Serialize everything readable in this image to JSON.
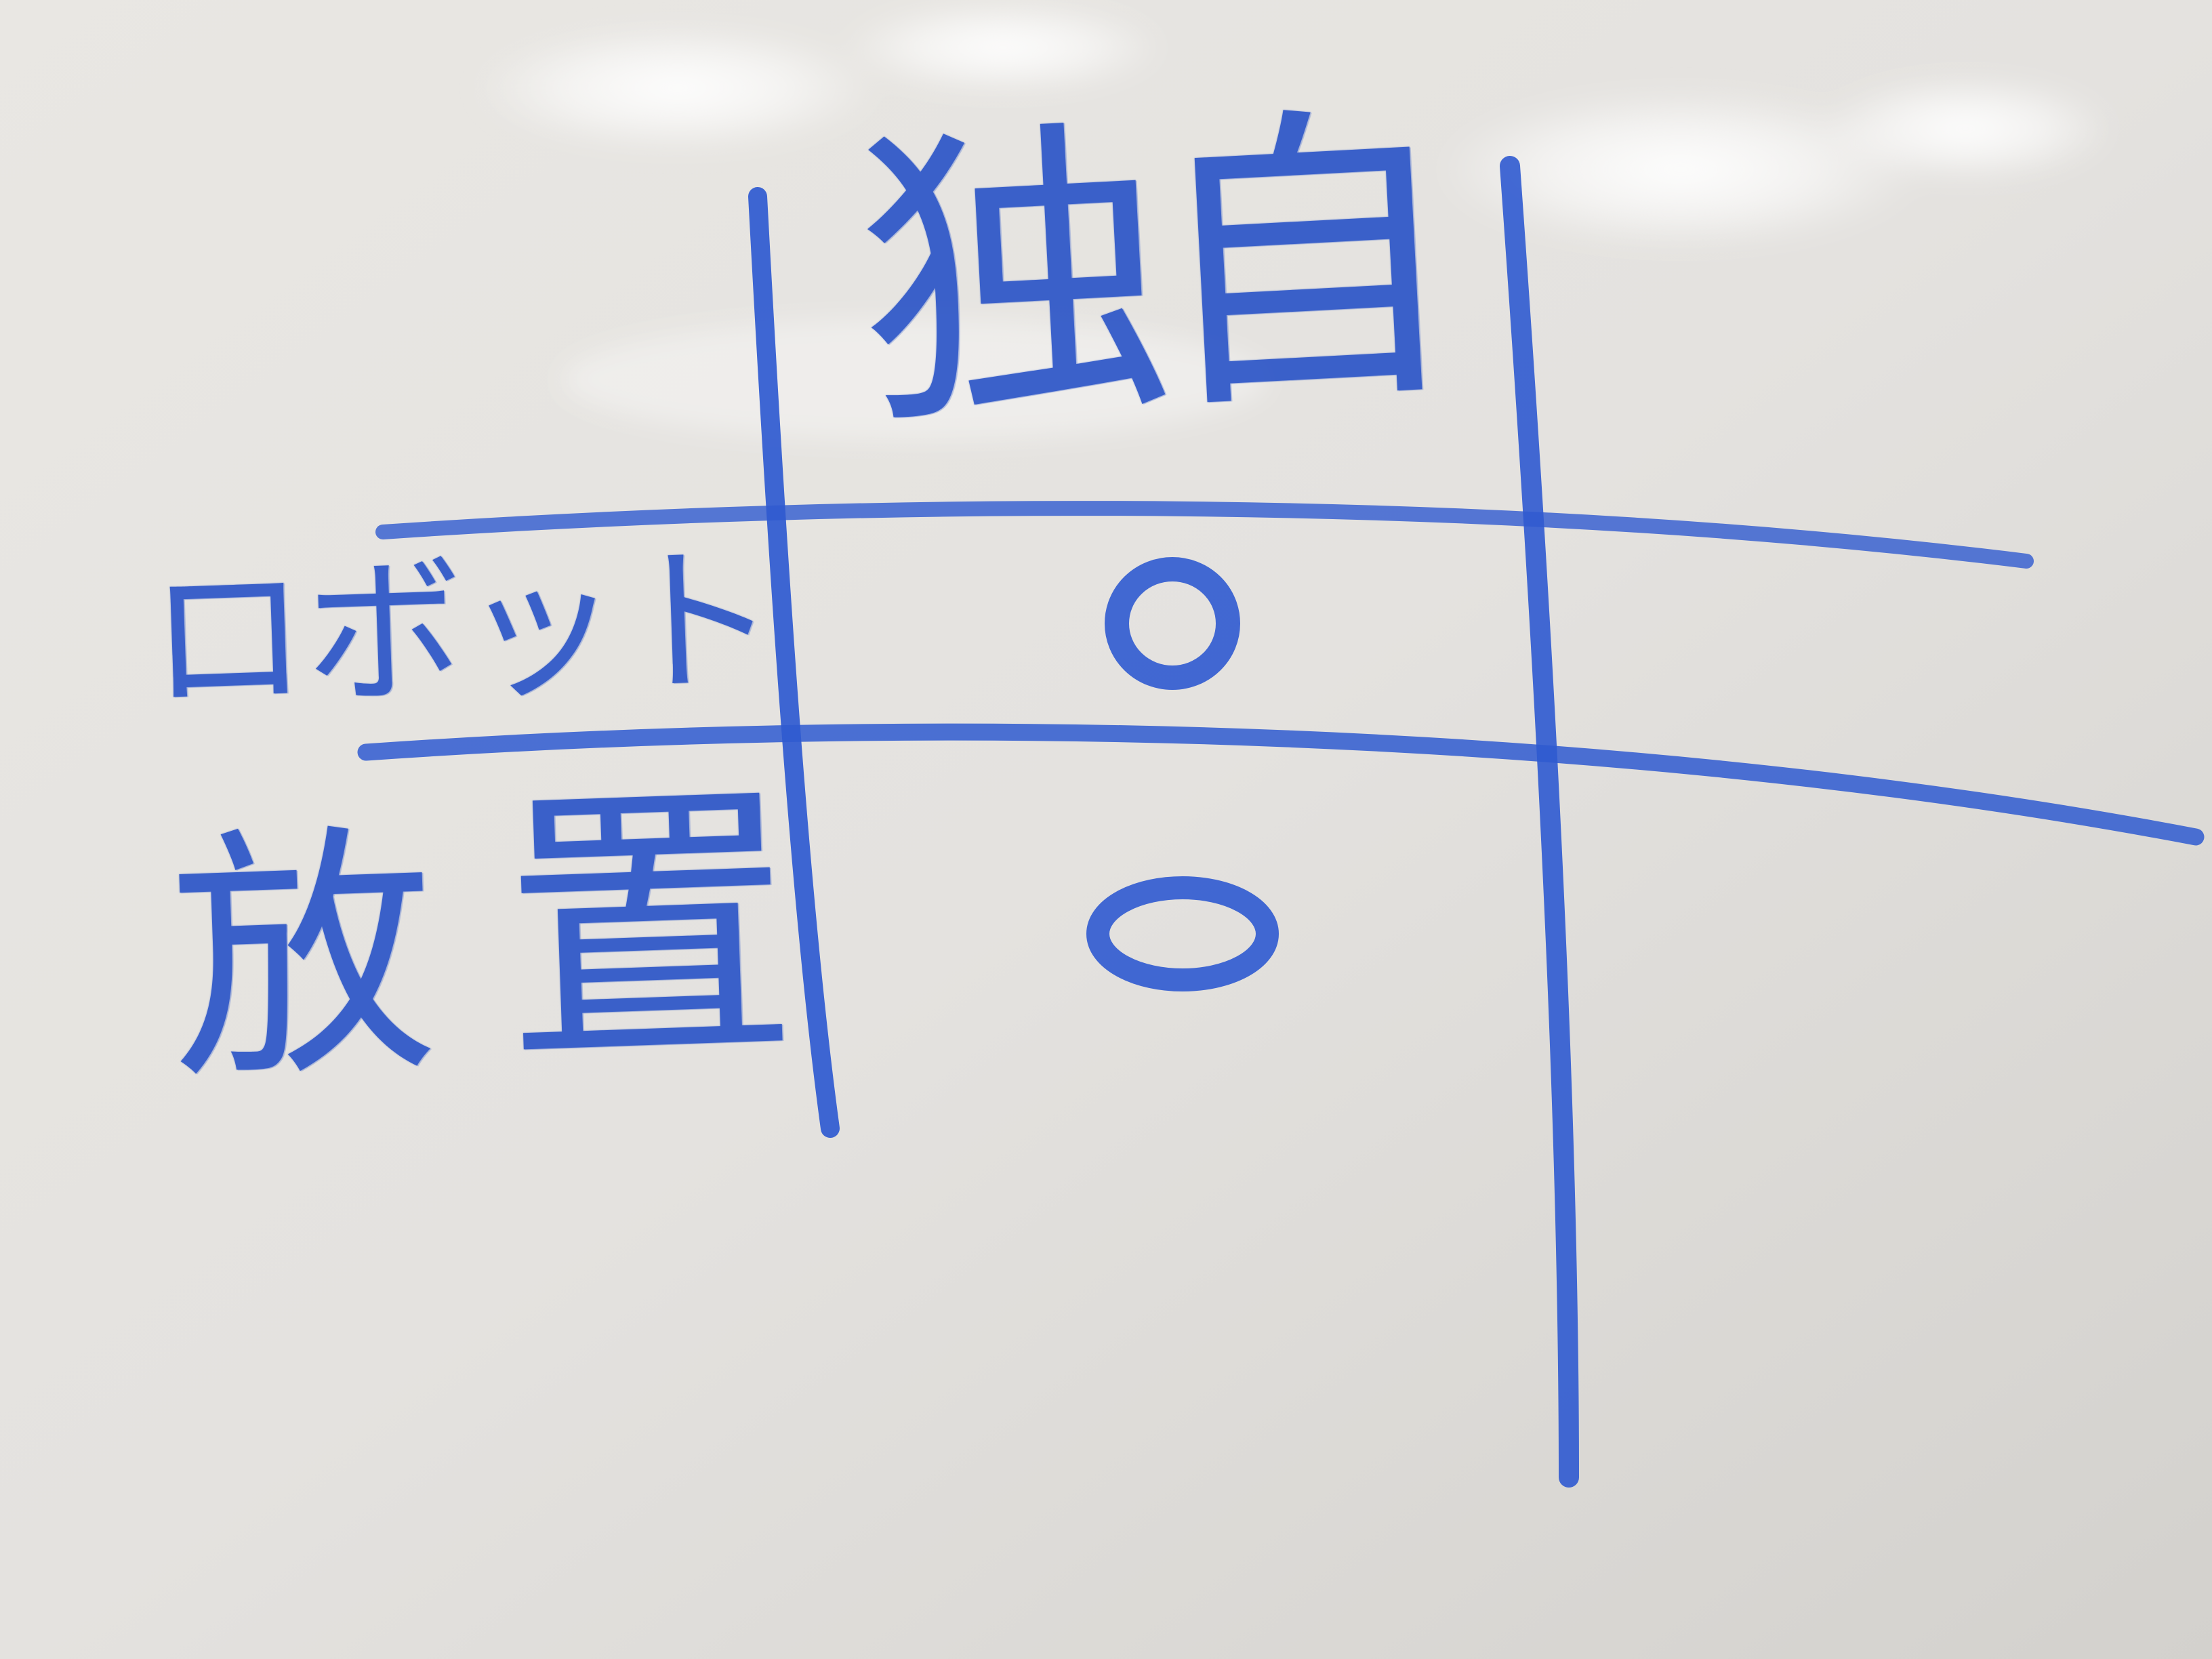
{
  "board": {
    "surface_color": "#e6e4e1",
    "ink_color": "#2e57c8"
  },
  "table": {
    "column_header": "独自",
    "rows": [
      {
        "label": "ロボット",
        "mark": "○"
      },
      {
        "label_parts": [
          "放",
          "置"
        ],
        "mark": "○"
      }
    ]
  }
}
